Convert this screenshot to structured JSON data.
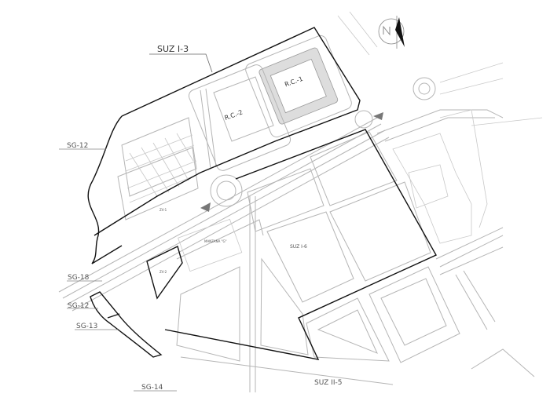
{
  "map": {
    "labels": {
      "suz_i3": "SUZ I-3",
      "rc1": "R.C.-1",
      "rc2": "R.C.-2",
      "sg12_top": "SG-12",
      "sg18": "SG-18",
      "sg12_bottom": "SG-12",
      "sg13": "SG-13",
      "sg14": "SG-14",
      "suz_i6": "SUZ I-6",
      "suz_ii5": "SUZ II-5",
      "zv1": "ZV-1",
      "zv2": "ZV-2",
      "manzana_g": "MANZANA \"G\""
    },
    "north_arrow": "north-arrow-icon",
    "colors": {
      "boundary": "#111111",
      "roads": "#b5b5b5",
      "fill": "#dddddd"
    }
  }
}
